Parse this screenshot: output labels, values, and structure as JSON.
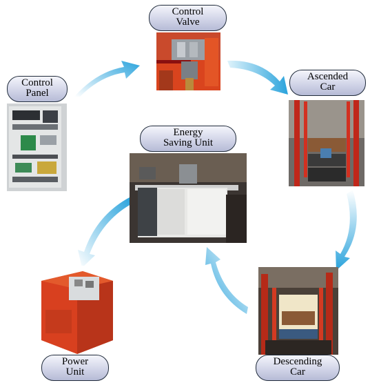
{
  "nodes": {
    "control_valve": {
      "line1": "Control",
      "line2": "Valve"
    },
    "ascended_car": {
      "line1": "Ascended",
      "line2": "Car"
    },
    "control_panel": {
      "line1": "Control",
      "line2": "Panel"
    },
    "energy_saving_unit": {
      "line1": "Energy",
      "line2": "Saving  Unit"
    },
    "power_unit": {
      "line1": "Power",
      "line2": "Unit"
    },
    "descending_car": {
      "line1": "Descending",
      "line2": "Car"
    }
  },
  "colors": {
    "arrow": "#35aee0",
    "pill_border": "#1f2a3a",
    "machine_red": "#d8401f"
  },
  "icons": {
    "arrow": "curved-arrow"
  }
}
